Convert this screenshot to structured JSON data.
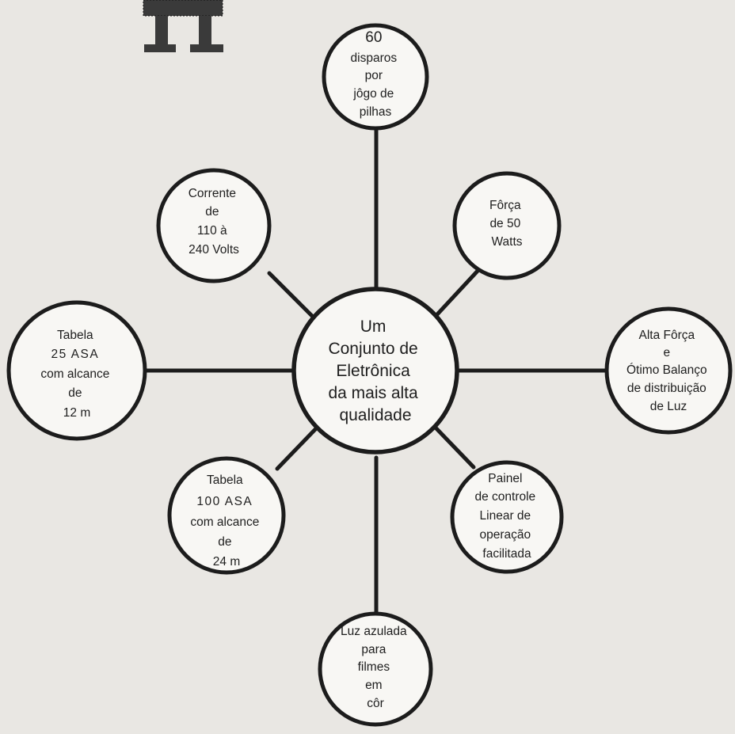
{
  "center": {
    "lines": [
      "Um",
      "Conjunto de",
      "Eletrônica",
      "da mais alta",
      "qualidade"
    ]
  },
  "nodes": {
    "top": [
      "60",
      "disparos",
      "por",
      "jôgo de",
      "pilhas"
    ],
    "upper_right": [
      "Fôrça",
      "de 50",
      "Watts"
    ],
    "right": [
      "Alta Fôrça",
      "e",
      "Ótimo Balanço",
      "de distribuição",
      "de Luz"
    ],
    "lower_right": [
      "Painel",
      "de controle",
      "Linear de",
      "operação",
      "facilitada"
    ],
    "bottom": [
      "Luz azulada",
      "para",
      "filmes",
      "em",
      "côr"
    ],
    "lower_left": [
      "Tabela",
      "100 ASA",
      "com alcance",
      "de",
      "24 m"
    ],
    "left": [
      "Tabela",
      "25 ASA",
      "com alcance",
      "de",
      "12 m"
    ],
    "upper_left": [
      "Corrente",
      "de",
      "110 à",
      "240 Volts"
    ]
  }
}
